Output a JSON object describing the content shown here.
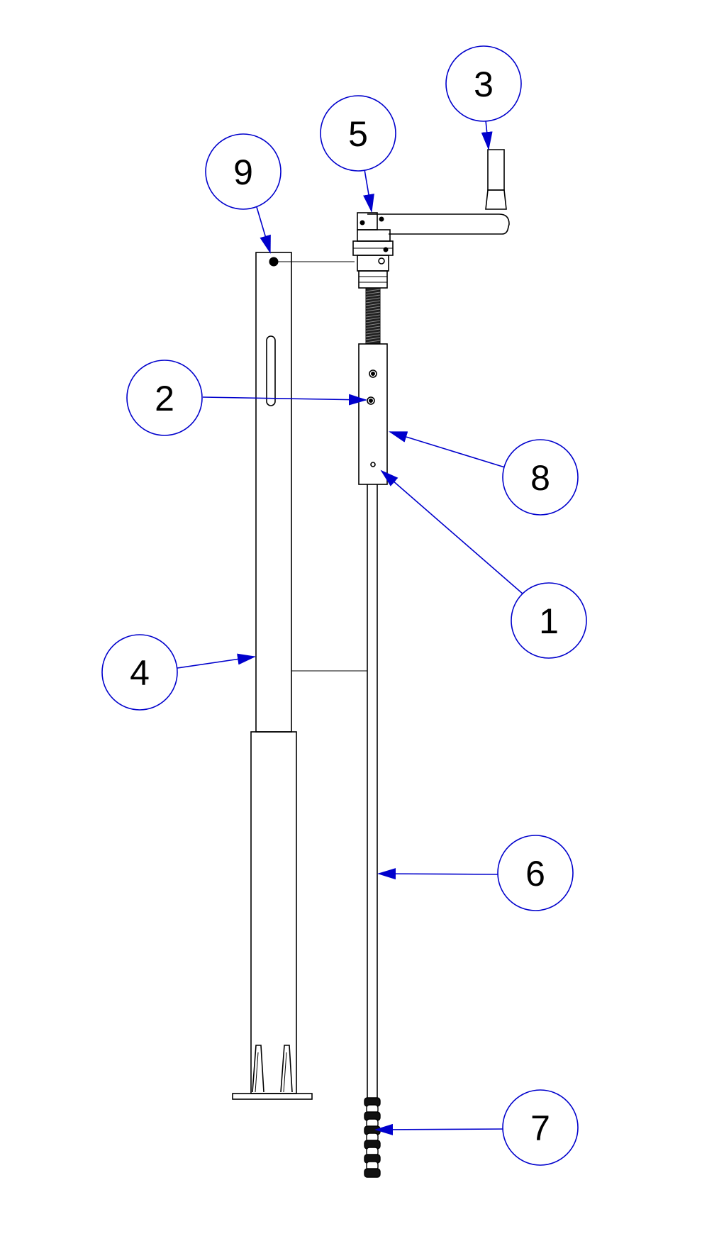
{
  "callouts": [
    {
      "label": "1"
    },
    {
      "label": "2"
    },
    {
      "label": "3"
    },
    {
      "label": "4"
    },
    {
      "label": "5"
    },
    {
      "label": "6"
    },
    {
      "label": "7"
    },
    {
      "label": "8"
    },
    {
      "label": "9"
    }
  ],
  "colors": {
    "callout": "#0000cc",
    "line": "#000000",
    "background": "#ffffff"
  }
}
